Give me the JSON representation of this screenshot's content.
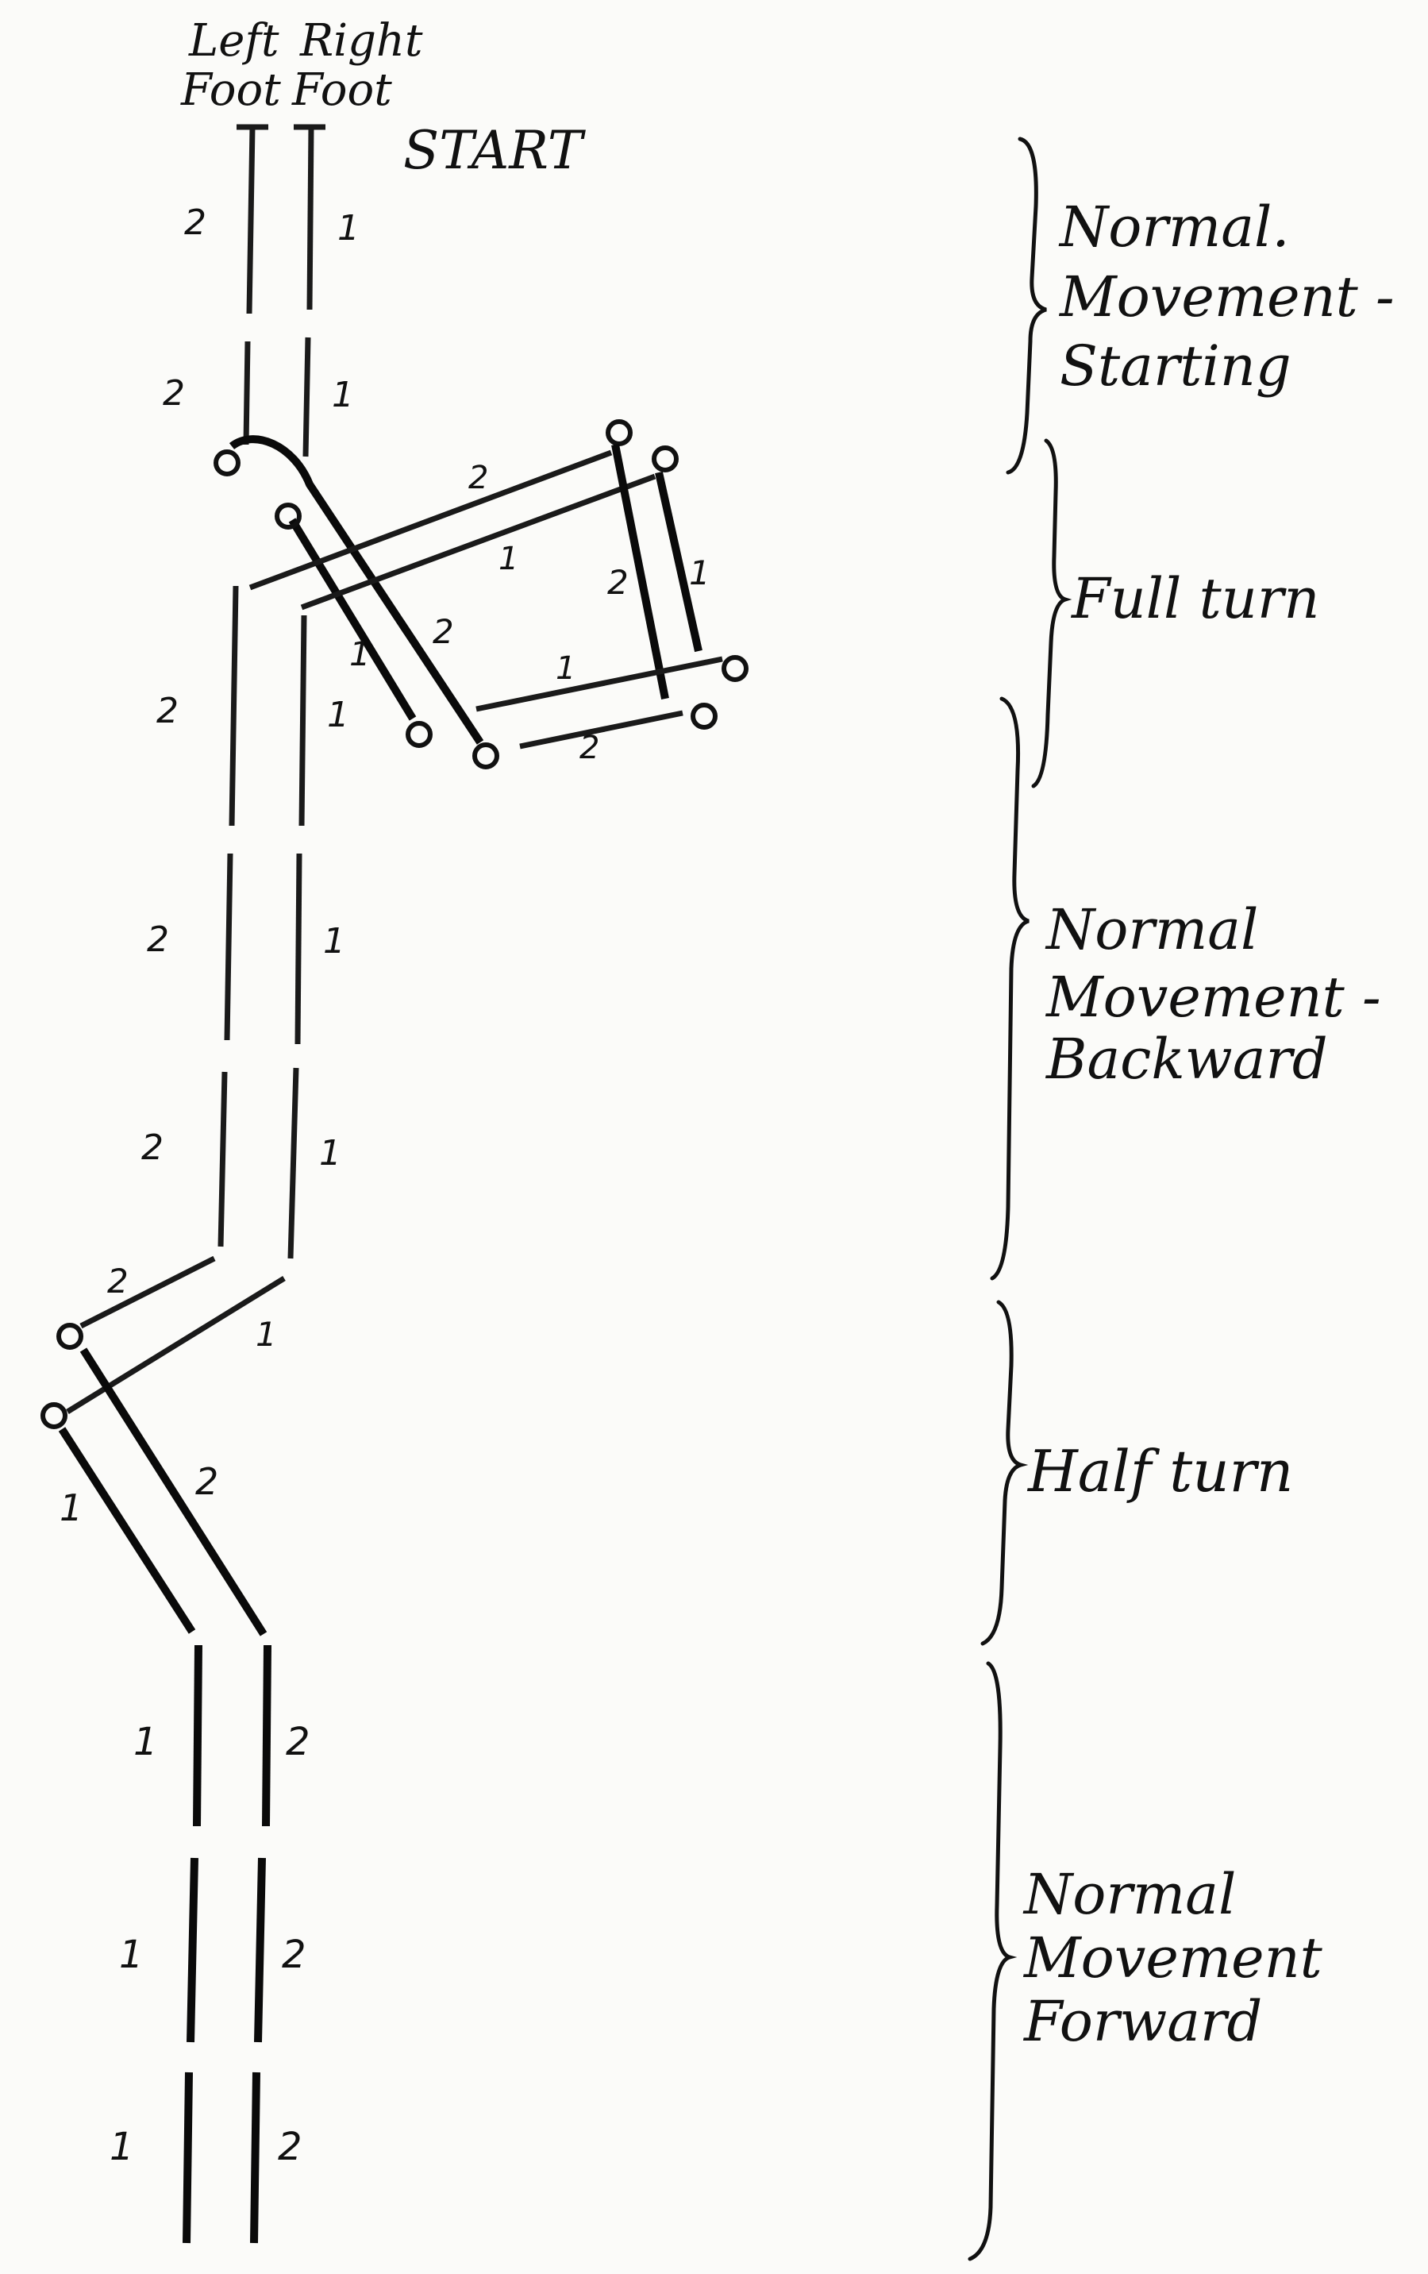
{
  "header": {
    "left_line1": "Left",
    "left_line2": "Foot",
    "right_line1": "Right",
    "right_line2": "Foot",
    "start": "START"
  },
  "sections": [
    {
      "lines": [
        "Normal.",
        "Movement -",
        "Starting"
      ]
    },
    {
      "lines": [
        "Full turn"
      ]
    },
    {
      "lines": [
        "Normal",
        "Movement -",
        "Backward"
      ]
    },
    {
      "lines": [
        "Half turn"
      ]
    },
    {
      "lines": [
        "Normal",
        "Movement",
        "Forward"
      ]
    }
  ],
  "step_numbers": {
    "one": "1",
    "two": "2"
  },
  "colors": {
    "ink": "#111111",
    "paper": "#fbfbf9"
  }
}
